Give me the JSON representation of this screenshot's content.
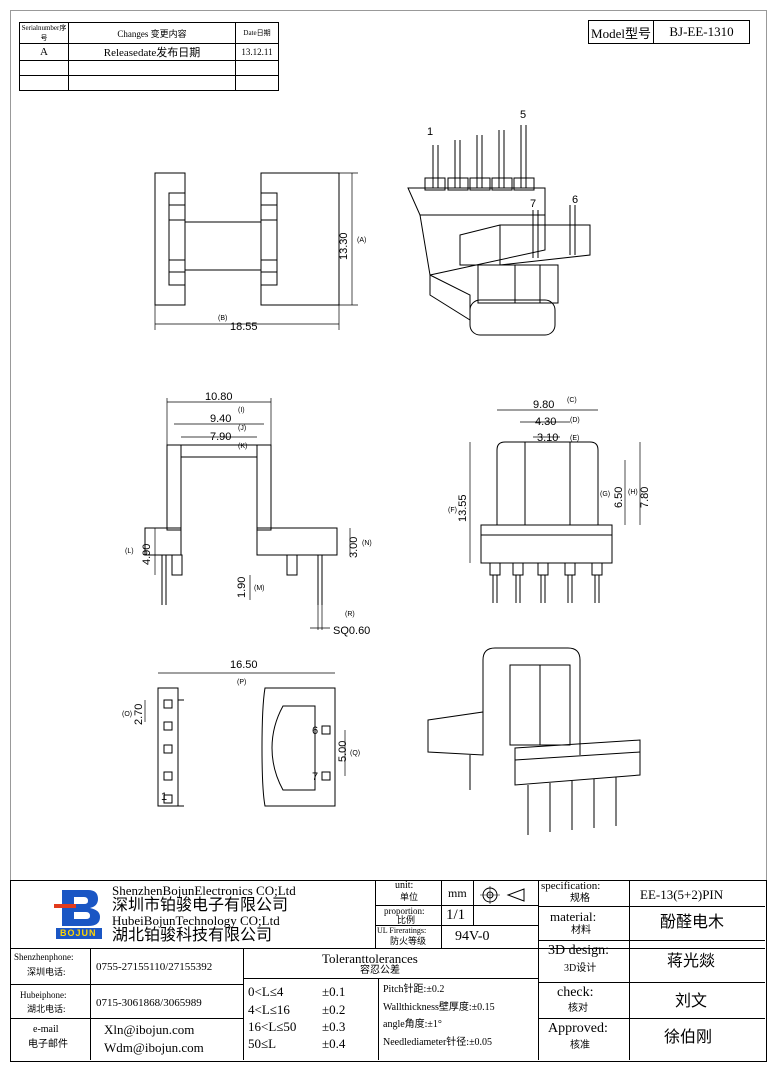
{
  "revision_table": {
    "headers": [
      "Serialnumber序号",
      "Changes 变更内容",
      "Date日期"
    ],
    "rows": [
      [
        "A",
        "Releasedate发布日期",
        "13.12.11"
      ],
      [
        "",
        "",
        ""
      ],
      [
        "",
        "",
        ""
      ]
    ]
  },
  "model": {
    "label": "Model型号",
    "value": "BJ-EE-1310"
  },
  "drawing": {
    "pin_labels": {
      "p1": "1",
      "p5": "5",
      "p6": "6",
      "p7": "7"
    },
    "dims": {
      "height_13_30": "13.30",
      "tag_a": "(A)",
      "width_18_55": "18.55",
      "tag_b": "(B)",
      "w10_80": "10.80",
      "tag_i": "(I)",
      "w9_40": "9.40",
      "tag_j": "(J)",
      "w7_90": "7.90",
      "tag_k": "(K)",
      "h4_90": "4.90",
      "tag_l": "(L)",
      "h3_00": "3.00",
      "tag_n": "(N)",
      "h1_90": "1.90",
      "tag_m": "(M)",
      "sq": "SQ0.60",
      "tag_r": "(R)",
      "w9_80": "9.80",
      "tag_c": "(C)",
      "w4_30": "4.30",
      "tag_d": "(D)",
      "w3_10": "3.10",
      "tag_e": "(E)",
      "h13_55": "13.55",
      "tag_f": "(F)",
      "h6_50": "6.50",
      "tag_g": "(G)",
      "tag_h": "(H)",
      "h7_80": "7.80",
      "w16_50": "16.50",
      "tag_p": "(P)",
      "h2_70": "2.70",
      "tag_o": "(O)",
      "h5_00": "5.00",
      "tag_q": "(Q)",
      "bottom_p6": "6",
      "bottom_p7": "7",
      "bottom_p1": "1"
    }
  },
  "title_block": {
    "company": {
      "en1": "ShenzhenBojunElectronics CO;Ltd",
      "cn1": "深圳市铂骏电子有限公司",
      "en2": "HubeiBojunTechnology CO;Ltd",
      "cn2": "湖北铂骏科技有限公司",
      "logo_text": "BOJUN"
    },
    "unit": {
      "label_en": "unit:",
      "label_cn": "单位",
      "value": "mm"
    },
    "proportion": {
      "label_en": "proportion:",
      "label_cn": "比例",
      "value": "1/1"
    },
    "ul": {
      "label_en": "UL Fireratings:",
      "label_cn": "防火等级",
      "value": "94V-0"
    },
    "spec": {
      "label_en": "specification:",
      "label_cn": "规格",
      "value": "EE-13(5+2)PIN"
    },
    "material": {
      "label_en": "material:",
      "label_cn": "材料",
      "value": "酚醛电木"
    },
    "design": {
      "label_en": "3D design:",
      "label_cn": "3D设计",
      "value": "蒋光燚"
    },
    "check": {
      "label_en": "check:",
      "label_cn": "核对",
      "value": "刘文"
    },
    "approved": {
      "label_en": "Approved:",
      "label_cn": "核准",
      "value": "徐伯刚"
    },
    "contacts": [
      {
        "label_en": "Shenzhenphone:",
        "label_cn": "深圳电话:",
        "value": "0755-27155110/27155392"
      },
      {
        "label_en": "Hubeiphone:",
        "label_cn": "湖北电话:",
        "value": "0715-3061868/3065989"
      },
      {
        "label_en": "e-mail",
        "label_cn": "电子邮件",
        "value1": "Xln@ibojun.com",
        "value2": "Wdm@ibojun.com"
      }
    ],
    "tolerances": {
      "title_en": "Toleranttolerances",
      "title_cn": "容忍公差",
      "rows": [
        {
          "range": "0<L≤4",
          "tol": "±0.1"
        },
        {
          "range": "4<L≤16",
          "tol": "±0.2"
        },
        {
          "range": "16<L≤50",
          "tol": "±0.3"
        },
        {
          "range": "50≤L",
          "tol": "±0.4"
        }
      ],
      "notes": [
        "Pitch针距:±0.2",
        "Wallthickness壁厚度:±0.15",
        "angle角度:±1°",
        "Needlediameter针径:±0.05"
      ]
    }
  }
}
